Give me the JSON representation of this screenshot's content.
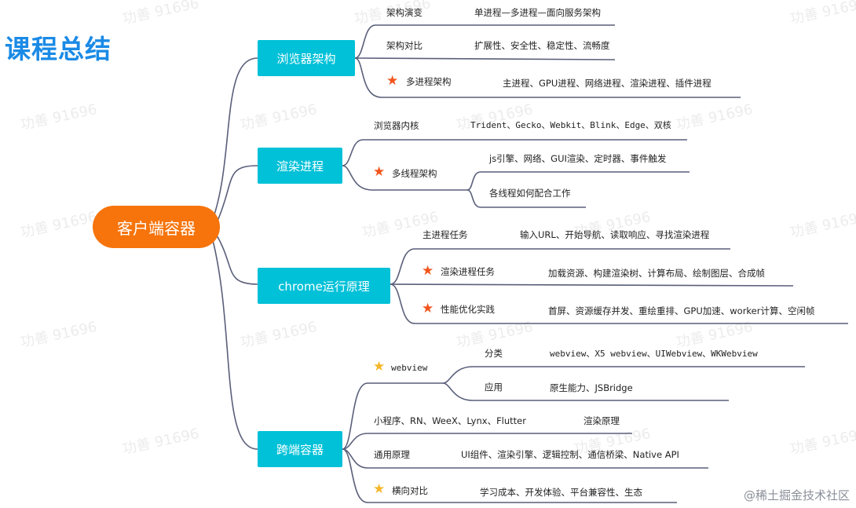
{
  "title": "课程总结",
  "root": "客户端容器",
  "branches": {
    "b1": {
      "label": "浏览器架构",
      "r1": {
        "key": "架构演变",
        "value": "单进程—多进程—面向服务架构"
      },
      "r2": {
        "key": "架构对比",
        "value": "扩展性、安全性、稳定性、流畅度"
      },
      "r3": {
        "key": "多进程架构",
        "value": "主进程、GPU进程、网络进程、渲染进程、插件进程"
      }
    },
    "b2": {
      "label": "渲染进程",
      "r1": {
        "key": "浏览器内核",
        "value": "Trident、Gecko、Webkit、Blink、Edge、双核"
      },
      "r2": {
        "key": "多线程架构",
        "v1": "js引擎、网络、GUI渲染、定时器、事件触发",
        "v2": "各线程如何配合工作"
      }
    },
    "b3": {
      "label": "chrome运行原理",
      "r1": {
        "key": "主进程任务",
        "value": "输入URL、开始导航、读取响应、寻找渲染进程"
      },
      "r2": {
        "key": "渲染进程任务",
        "value": "加载资源、构建渲染树、计算布局、绘制图层、合成帧"
      },
      "r3": {
        "key": "性能优化实践",
        "value": "首屏、资源缓存并发、重绘重排、GPU加速、worker计算、空闲帧"
      }
    },
    "b4": {
      "label": "跨端容器",
      "webview": {
        "key": "webview",
        "c1": {
          "key": "分类",
          "value": "webview、X5 webview、UIWebview、WKWebview"
        },
        "c2": {
          "key": "应用",
          "value": "原生能力、JSBridge"
        }
      },
      "r2": {
        "key": "小程序、RN、WeeX、Lynx、Flutter",
        "value": "渲染原理"
      },
      "r3": {
        "key": "通用原理",
        "value": "UI组件、渲染引擎、逻辑控制、通信桥梁、Native API"
      },
      "r4": {
        "key": "横向对比",
        "value": "学习成本、开发体验、平台兼容性、生态"
      }
    }
  },
  "watermark": "功善 91696",
  "footer": "@稀土掘金技术社区",
  "colors": {
    "root": "#f6740b",
    "branch": "#00c1d8",
    "title": "#1a8ae6",
    "line": "#5a5f7a",
    "star_red": "#f2541c",
    "star_gold": "#f5b62a"
  },
  "icons": {
    "priority": "star-icon"
  }
}
